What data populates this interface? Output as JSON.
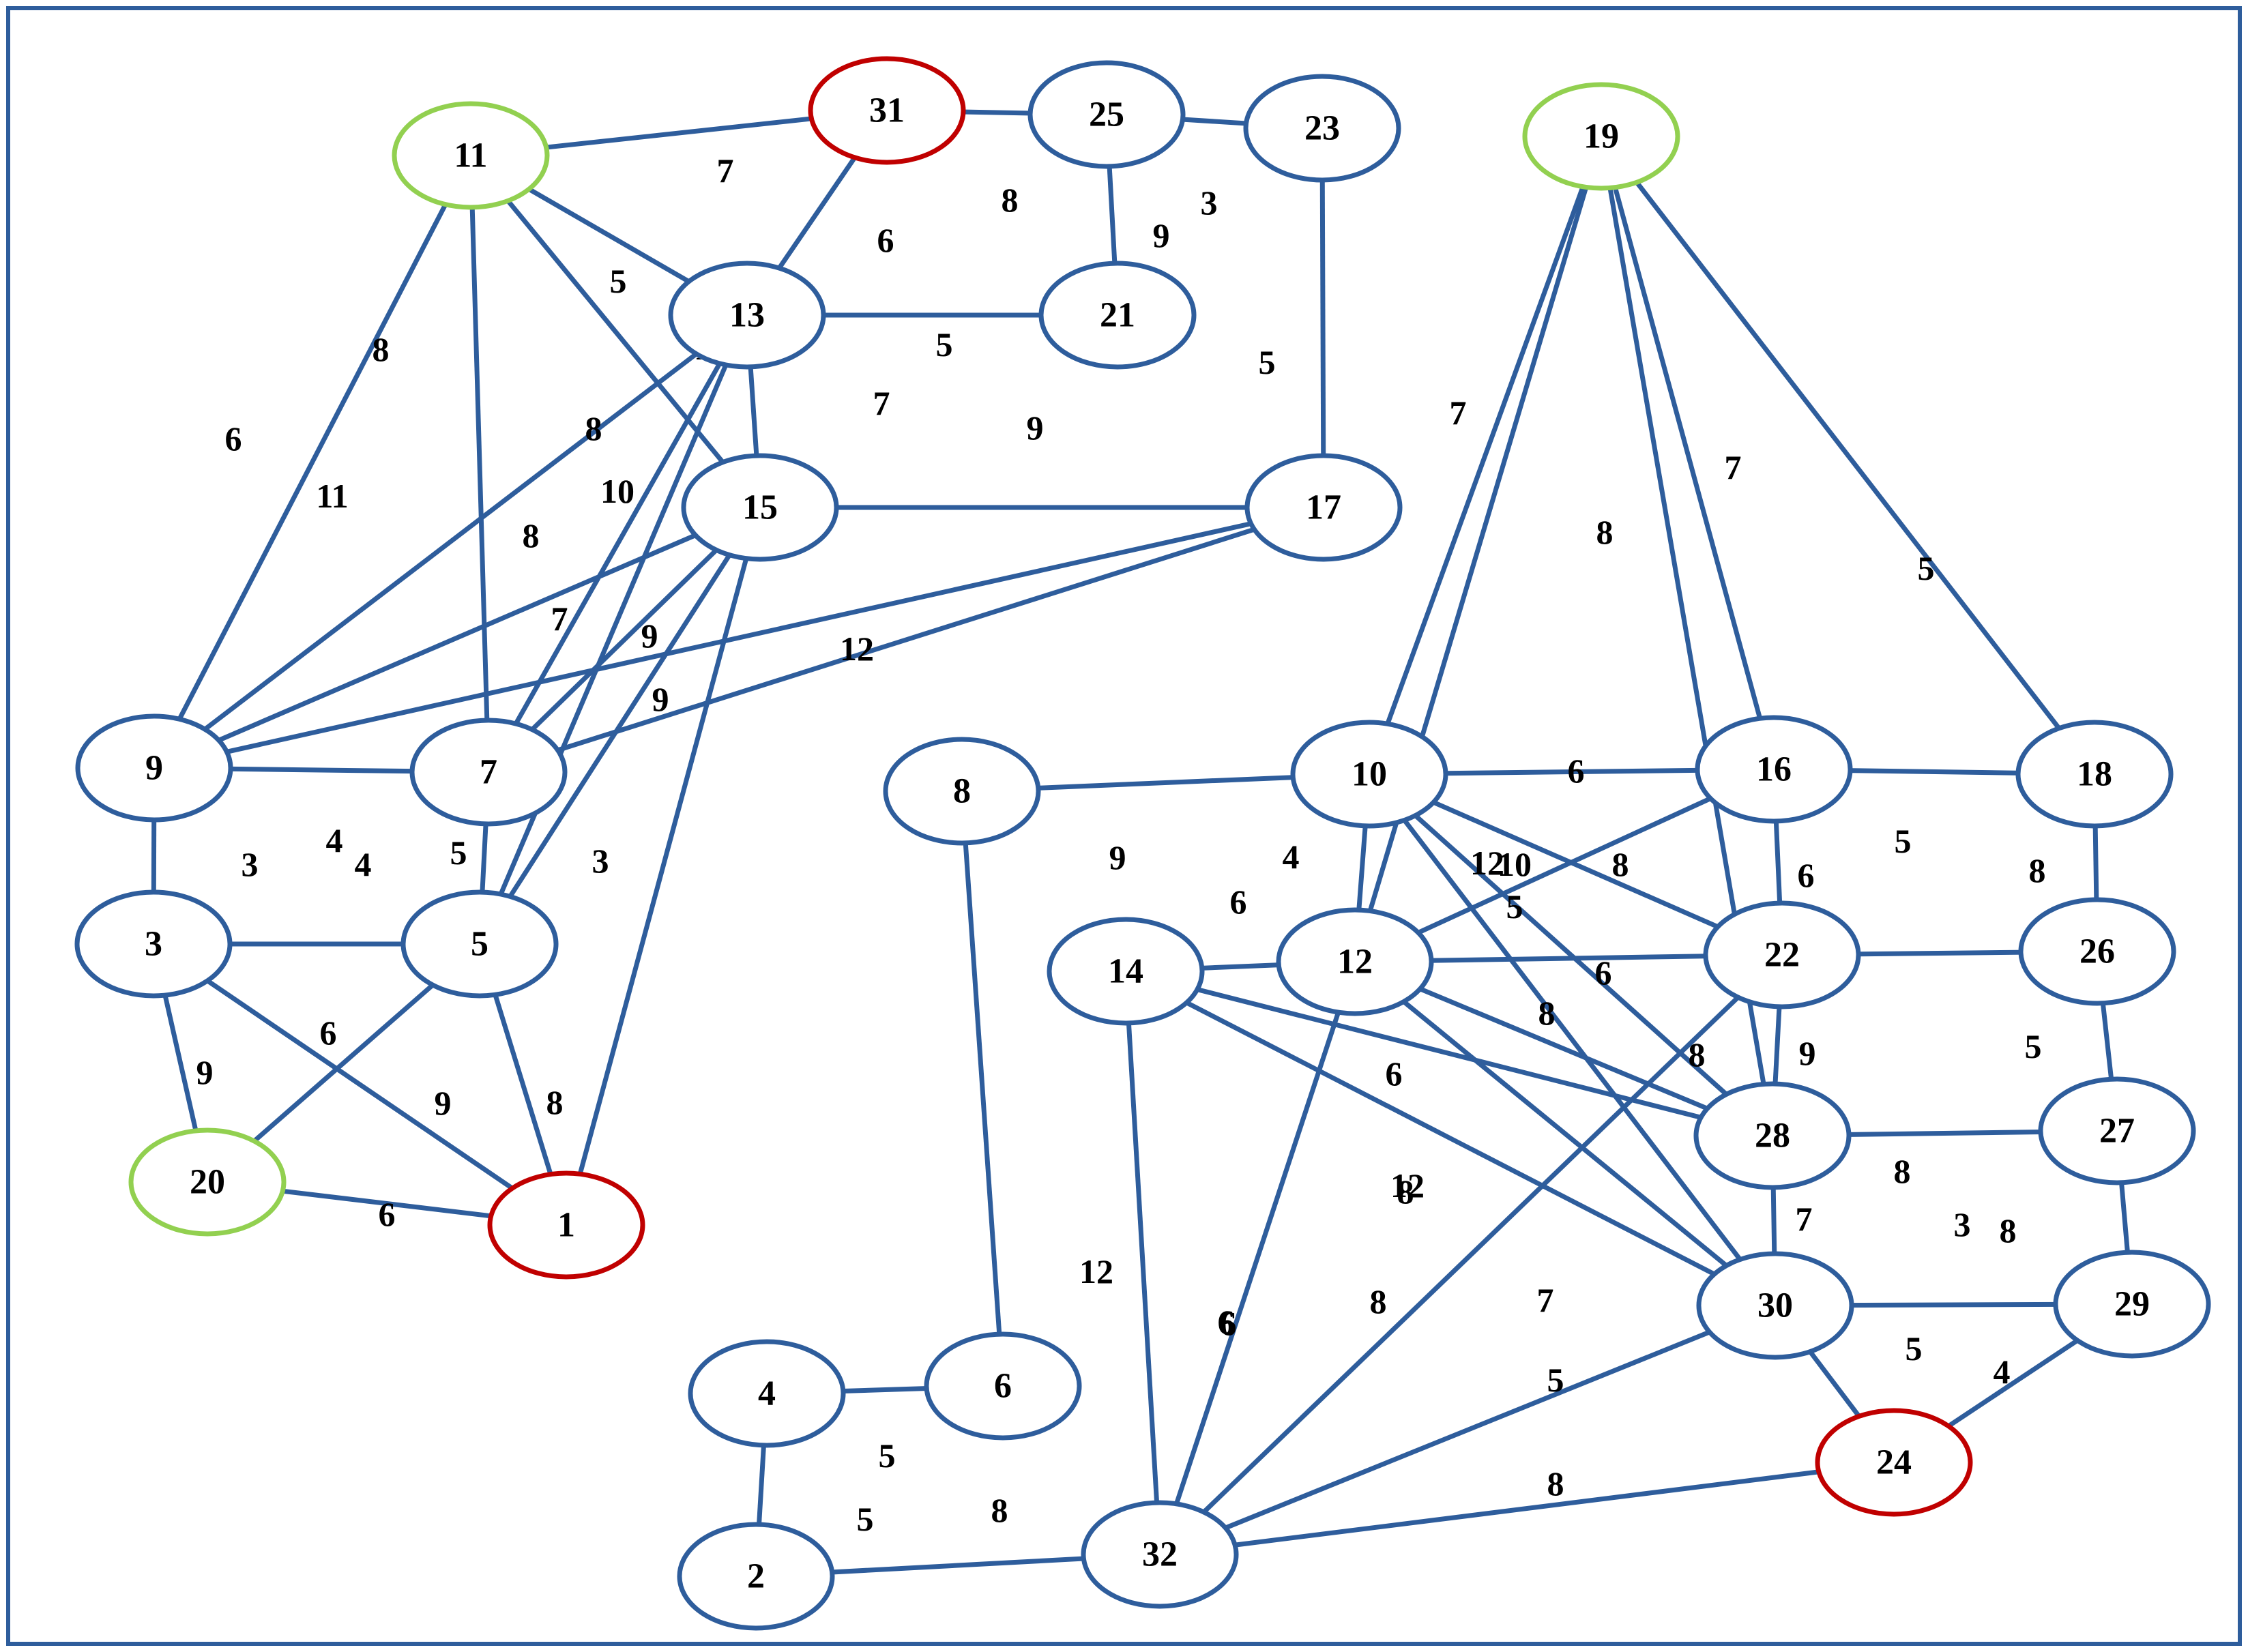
{
  "colors": {
    "edge": "#2e5d9c",
    "node_default": "#2e5d9c",
    "node_red": "#c00000",
    "node_green": "#92d050",
    "frame": "#2e5d9c",
    "text": "#000000"
  },
  "nodes": [
    {
      "id": "11",
      "label": "11",
      "kind": "green"
    },
    {
      "id": "31",
      "label": "31",
      "kind": "red"
    },
    {
      "id": "25",
      "label": "25",
      "kind": "default"
    },
    {
      "id": "23",
      "label": "23",
      "kind": "default"
    },
    {
      "id": "13",
      "label": "13",
      "kind": "default"
    },
    {
      "id": "21",
      "label": "21",
      "kind": "default"
    },
    {
      "id": "15",
      "label": "15",
      "kind": "default"
    },
    {
      "id": "17",
      "label": "17",
      "kind": "default"
    },
    {
      "id": "19",
      "label": "19",
      "kind": "green"
    },
    {
      "id": "9",
      "label": "9",
      "kind": "default"
    },
    {
      "id": "7",
      "label": "7",
      "kind": "default"
    },
    {
      "id": "3",
      "label": "3",
      "kind": "default"
    },
    {
      "id": "5",
      "label": "5",
      "kind": "default"
    },
    {
      "id": "20",
      "label": "20",
      "kind": "green"
    },
    {
      "id": "1",
      "label": "1",
      "kind": "red"
    },
    {
      "id": "8",
      "label": "8",
      "kind": "default"
    },
    {
      "id": "10",
      "label": "10",
      "kind": "default"
    },
    {
      "id": "16",
      "label": "16",
      "kind": "default"
    },
    {
      "id": "18",
      "label": "18",
      "kind": "default"
    },
    {
      "id": "14",
      "label": "14",
      "kind": "default"
    },
    {
      "id": "12",
      "label": "12",
      "kind": "default"
    },
    {
      "id": "22",
      "label": "22",
      "kind": "default"
    },
    {
      "id": "26",
      "label": "26",
      "kind": "default"
    },
    {
      "id": "28",
      "label": "28",
      "kind": "default"
    },
    {
      "id": "27",
      "label": "27",
      "kind": "default"
    },
    {
      "id": "30",
      "label": "30",
      "kind": "default"
    },
    {
      "id": "29",
      "label": "29",
      "kind": "default"
    },
    {
      "id": "24",
      "label": "24",
      "kind": "red"
    },
    {
      "id": "4",
      "label": "4",
      "kind": "default"
    },
    {
      "id": "6",
      "label": "6",
      "kind": "default"
    },
    {
      "id": "2",
      "label": "2",
      "kind": "default"
    },
    {
      "id": "32",
      "label": "32",
      "kind": "default"
    }
  ],
  "edges": [
    [
      "11",
      "31"
    ],
    [
      "31",
      "25"
    ],
    [
      "25",
      "23"
    ],
    [
      "25",
      "21"
    ],
    [
      "23",
      "17"
    ],
    [
      "31",
      "13"
    ],
    [
      "11",
      "13"
    ],
    [
      "11",
      "15"
    ],
    [
      "11",
      "9"
    ],
    [
      "11",
      "7"
    ],
    [
      "13",
      "21"
    ],
    [
      "13",
      "15"
    ],
    [
      "13",
      "9"
    ],
    [
      "13",
      "7"
    ],
    [
      "13",
      "5"
    ],
    [
      "15",
      "17"
    ],
    [
      "15",
      "9"
    ],
    [
      "15",
      "7"
    ],
    [
      "15",
      "5"
    ],
    [
      "15",
      "1"
    ],
    [
      "17",
      "9"
    ],
    [
      "17",
      "7"
    ],
    [
      "9",
      "7"
    ],
    [
      "9",
      "3"
    ],
    [
      "7",
      "5"
    ],
    [
      "3",
      "5"
    ],
    [
      "3",
      "20"
    ],
    [
      "3",
      "1"
    ],
    [
      "5",
      "20"
    ],
    [
      "5",
      "1"
    ],
    [
      "20",
      "1"
    ],
    [
      "19",
      "10"
    ],
    [
      "19",
      "12"
    ],
    [
      "19",
      "28"
    ],
    [
      "19",
      "16"
    ],
    [
      "19",
      "18"
    ],
    [
      "8",
      "10"
    ],
    [
      "8",
      "6"
    ],
    [
      "10",
      "16"
    ],
    [
      "10",
      "12"
    ],
    [
      "10",
      "22"
    ],
    [
      "10",
      "28"
    ],
    [
      "10",
      "30"
    ],
    [
      "16",
      "18"
    ],
    [
      "16",
      "12"
    ],
    [
      "16",
      "22"
    ],
    [
      "18",
      "26"
    ],
    [
      "14",
      "12"
    ],
    [
      "14",
      "28"
    ],
    [
      "14",
      "30"
    ],
    [
      "14",
      "32"
    ],
    [
      "12",
      "22"
    ],
    [
      "12",
      "28"
    ],
    [
      "12",
      "30"
    ],
    [
      "12",
      "32"
    ],
    [
      "22",
      "26"
    ],
    [
      "22",
      "28"
    ],
    [
      "22",
      "32"
    ],
    [
      "26",
      "27"
    ],
    [
      "28",
      "27"
    ],
    [
      "28",
      "30"
    ],
    [
      "27",
      "29"
    ],
    [
      "30",
      "29"
    ],
    [
      "30",
      "24"
    ],
    [
      "30",
      "32"
    ],
    [
      "29",
      "24"
    ],
    [
      "24",
      "32"
    ],
    [
      "4",
      "6"
    ],
    [
      "4",
      "2"
    ],
    [
      "2",
      "32"
    ]
  ],
  "weights": [
    "7",
    "8",
    "3",
    "9",
    "6",
    "5",
    "5",
    "8",
    "6",
    "11",
    "8",
    "10",
    "8",
    "7",
    "9",
    "9",
    "12",
    "5",
    "7",
    "9",
    "7",
    "8",
    "7",
    "5",
    "12",
    "4",
    "3",
    "4",
    "5",
    "3",
    "9",
    "6",
    "9",
    "8",
    "6",
    "12",
    "6",
    "8",
    "5",
    "5",
    "8",
    "7",
    "9",
    "4",
    "6",
    "6",
    "12",
    "10",
    "8",
    "6",
    "5",
    "8",
    "5",
    "6",
    "8",
    "8",
    "6",
    "8",
    "7",
    "9",
    "5",
    "12",
    "6",
    "7",
    "8",
    "3",
    "8",
    "5",
    "4",
    "5",
    "8"
  ]
}
